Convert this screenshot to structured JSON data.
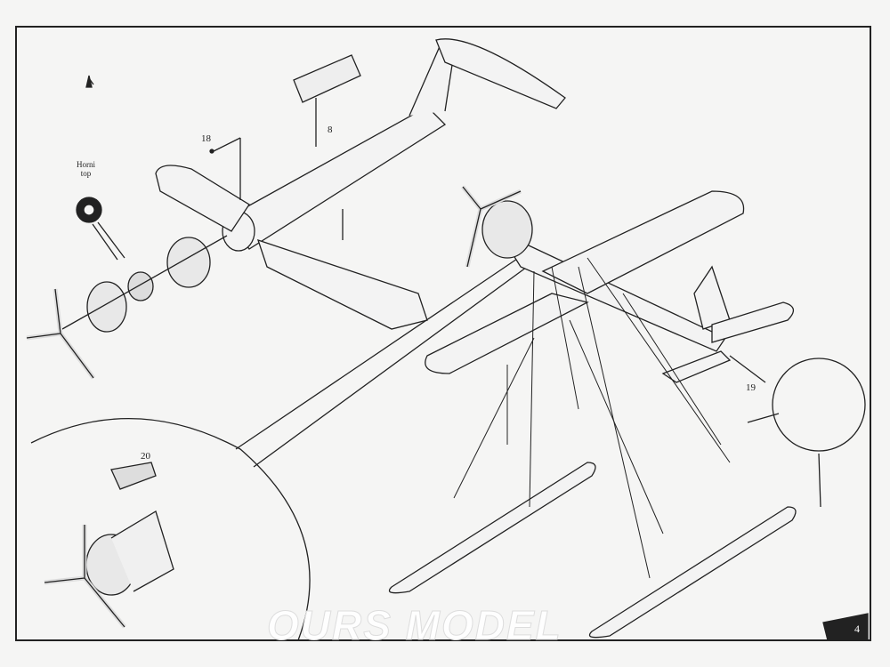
{
  "labels": {
    "part_18": "18",
    "part_8": "8",
    "horni_top": "Horni\ntop",
    "part_20": "20",
    "part_19": "19",
    "page_number": "4"
  },
  "watermark": "OURS MODEL"
}
